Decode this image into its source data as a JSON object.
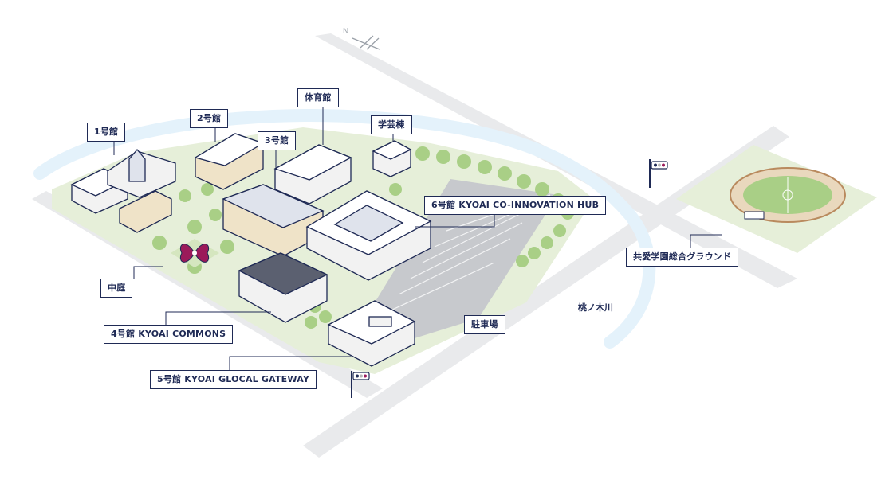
{
  "compass": {
    "north": "N"
  },
  "buildings": {
    "b1": "1号館",
    "b2": "2号館",
    "b3": "3号館",
    "gym": "体育館",
    "arts": "学芸棟",
    "b6": "6号館 KYOAI CO-INNOVATION HUB",
    "courtyard": "中庭",
    "b4": "4号館 KYOAI COMMONS",
    "b5": "5号館 KYOAI GLOCAL GATEWAY",
    "parking": "駐車場",
    "ground": "共愛学園総合グラウンド"
  },
  "river": {
    "name": "桃ノ木川"
  },
  "colors": {
    "navy": "#1f2a55",
    "grass": "#e6efd9",
    "tree": "#a9cf86",
    "river": "#e4f2fb",
    "road": "#e9eaec",
    "parking": "#c7c9cd",
    "building": "#f2f2f2",
    "beige": "#efe3c8",
    "accent": "#9b1a5a"
  }
}
